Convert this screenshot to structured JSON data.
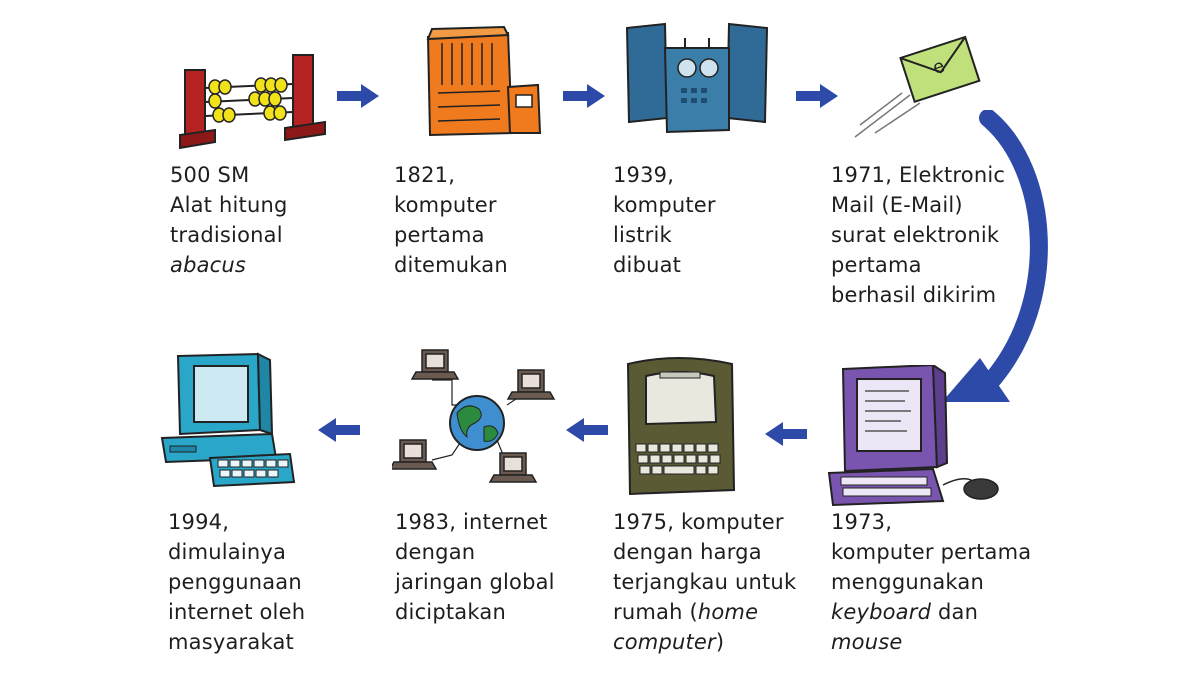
{
  "stages": [
    {
      "lines": [
        "500 SM",
        "Alat hitung",
        "tradisional"
      ],
      "italic_line": "abacus",
      "icon": "abacus-icon"
    },
    {
      "lines": [
        "1821,",
        "komputer",
        "pertama",
        "ditemukan"
      ],
      "icon": "first-computer-icon"
    },
    {
      "lines": [
        "1939,",
        "komputer",
        "listrik",
        "dibuat"
      ],
      "icon": "electric-computer-icon"
    },
    {
      "lines": [
        "1971, Elektronic",
        "Mail (E-Mail)",
        "surat elektronik",
        "pertama",
        "berhasil dikirim"
      ],
      "icon": "email-envelope-icon"
    },
    {
      "lines": [
        "1973,",
        "komputer pertama",
        "menggunakan"
      ],
      "line4_italic": "keyboard",
      "line4_rest": " dan",
      "line5_italic": "mouse",
      "icon": "computer-keyboard-mouse-icon"
    },
    {
      "lines": [
        "1975, komputer",
        "dengan harga",
        "terjangkau untuk"
      ],
      "line4_pre": "rumah (",
      "line4_italic": "home",
      "line5_italic": "computer",
      "line5_rest": ")",
      "icon": "home-computer-icon"
    },
    {
      "lines": [
        "1983, internet",
        "dengan",
        "jaringan global",
        "diciptakan"
      ],
      "icon": "internet-network-icon"
    },
    {
      "lines": [
        "1994,",
        "dimulainya",
        "penggunaan",
        "internet oleh",
        "masyarakat"
      ],
      "icon": "personal-computer-icon"
    }
  ],
  "colors": {
    "arrow": "#2e4aa8",
    "abacus": "#b02020",
    "beads": "#f2e21a",
    "orange": "#f07a1e",
    "blue": "#2f6b96",
    "envelope": "#bfe07a",
    "purple": "#7a55b0",
    "olive": "#5a5a34",
    "teal": "#2aa6c8",
    "globe": "#3f8fd0"
  }
}
